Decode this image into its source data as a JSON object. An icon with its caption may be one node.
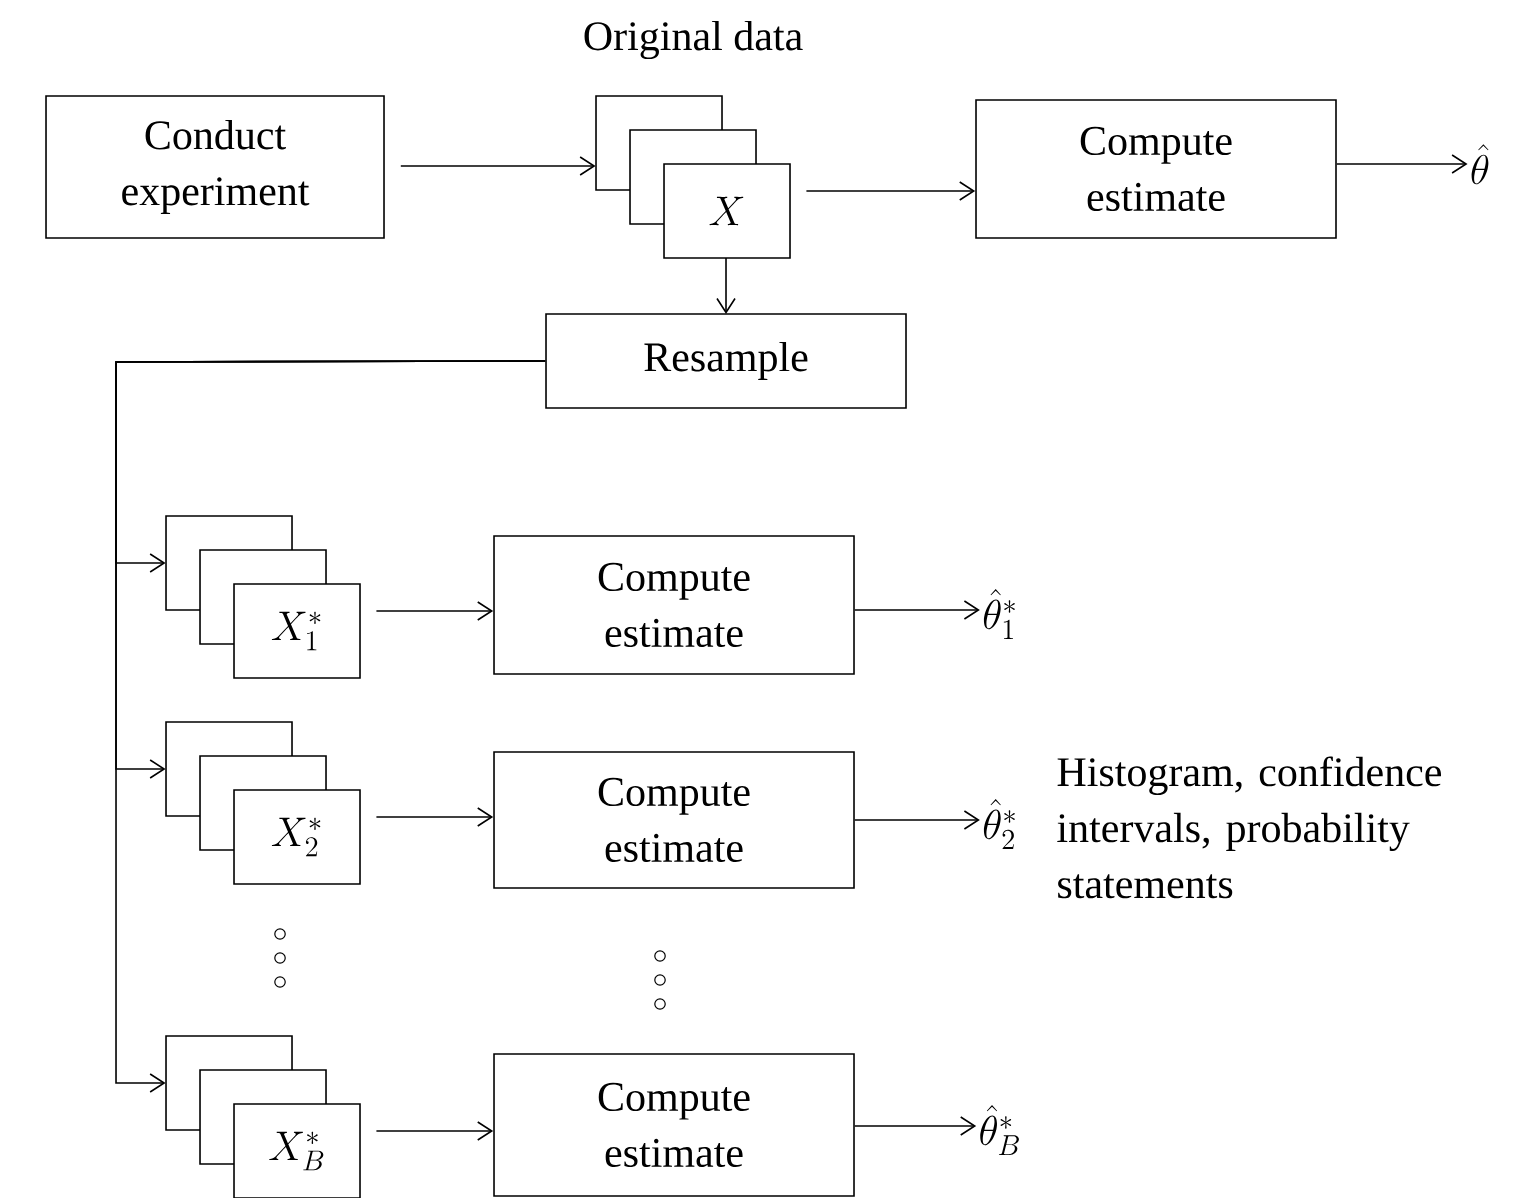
{
  "diagram": {
    "nodes": [
      {
        "text": [
          "Conduct experiment"
        ]
      },
      {
        "text": [
          "Original data",
          "X"
        ]
      },
      {
        "text": [
          "Compute estimate"
        ]
      },
      {
        "text": [
          "\\hat{\\theta}"
        ]
      },
      {
        "text": [
          "Resample"
        ]
      },
      {
        "text": [
          "X_{1}^{*}"
        ]
      },
      {
        "text": [
          "Compute estimate"
        ]
      },
      {
        "text": [
          "\\hat{\\theta}_{1}^{*}"
        ]
      },
      {
        "text": [
          "X_{2}^{*}"
        ]
      },
      {
        "text": [
          "Compute estimate"
        ]
      },
      {
        "text": [
          "\\hat{\\theta}_{2}^{*}"
        ]
      },
      {
        "text": [
          "X_{B}^{*}"
        ]
      },
      {
        "text": [
          "Compute estimate"
        ]
      },
      {
        "text": [
          "\\hat{\\theta}_{B}^{*}"
        ]
      }
    ],
    "edges": [
      {
        "from": 0,
        "to": 1,
        "arrow": "to"
      },
      {
        "from": 1,
        "to": 2,
        "arrow": "to"
      },
      {
        "from": 2,
        "to": 3,
        "arrow": "to"
      },
      {
        "from": 1,
        "to": 4,
        "arrow": "to"
      },
      {
        "from": 4,
        "to": 5,
        "arrow": "to"
      },
      {
        "from": 4,
        "to": 8,
        "arrow": "to"
      },
      {
        "from": 4,
        "to": 11,
        "arrow": "to"
      },
      {
        "from": 5,
        "to": 6,
        "arrow": "to"
      },
      {
        "from": 6,
        "to": 7,
        "arrow": "to"
      },
      {
        "from": 8,
        "to": 9,
        "arrow": "to"
      },
      {
        "from": 9,
        "to": 10,
        "arrow": "to"
      },
      {
        "from": 11,
        "to": 12,
        "arrow": "to"
      },
      {
        "from": 12,
        "to": 13,
        "arrow": "to"
      }
    ],
    "labels": [
      "Histogram, confidence intervals, probability statements"
    ]
  }
}
